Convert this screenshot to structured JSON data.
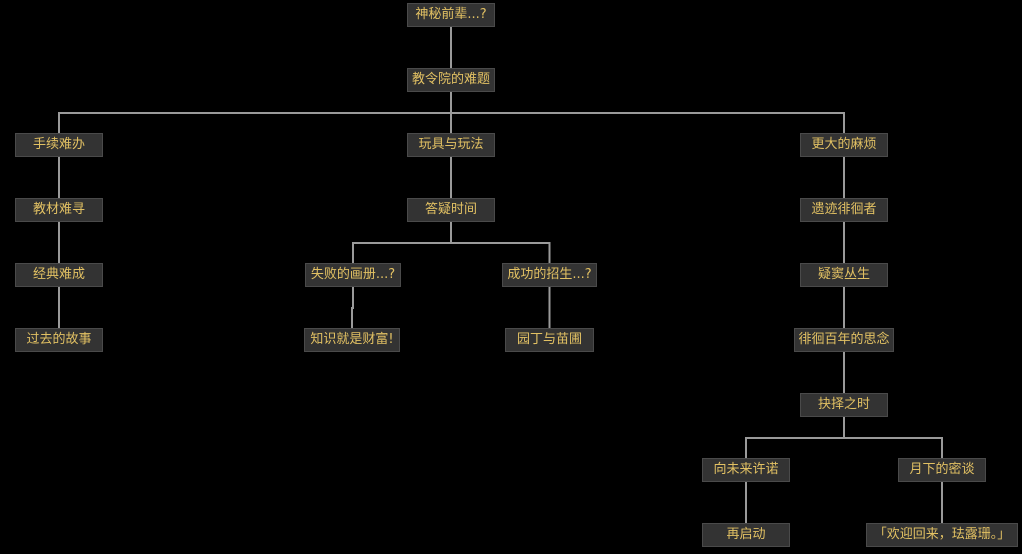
{
  "colors": {
    "background": "#000000",
    "node_fill": "#333333",
    "node_border": "#4a4a4a",
    "node_text": "#e2c163",
    "edge": "#9a9a9a"
  },
  "nodes": {
    "n01": "神秘前辈...?",
    "n02": "教令院的难题",
    "n03": "手续难办",
    "n04": "玩具与玩法",
    "n05": "更大的麻烦",
    "n06": "教材难寻",
    "n07": "答疑时间",
    "n08": "遗迹徘徊者",
    "n09": "经典难成",
    "n10": "失败的画册...?",
    "n11": "成功的招生...?",
    "n12": "疑窦丛生",
    "n13": "过去的故事",
    "n14": "知识就是财富!",
    "n15": "园丁与苗圃",
    "n16": "徘徊百年的思念",
    "n17": "抉择之时",
    "n18": "向未来许诺",
    "n19": "月下的密谈",
    "n20": "再启动",
    "n21": "「欢迎回来，珐露珊。」"
  },
  "edges": [
    [
      "n01",
      "n02"
    ],
    [
      "n02",
      "n03"
    ],
    [
      "n02",
      "n04"
    ],
    [
      "n02",
      "n05"
    ],
    [
      "n03",
      "n06"
    ],
    [
      "n06",
      "n09"
    ],
    [
      "n09",
      "n13"
    ],
    [
      "n04",
      "n07"
    ],
    [
      "n07",
      "n10"
    ],
    [
      "n07",
      "n11"
    ],
    [
      "n10",
      "n14"
    ],
    [
      "n11",
      "n15"
    ],
    [
      "n05",
      "n08"
    ],
    [
      "n08",
      "n12"
    ],
    [
      "n12",
      "n16"
    ],
    [
      "n16",
      "n17"
    ],
    [
      "n17",
      "n18"
    ],
    [
      "n17",
      "n19"
    ],
    [
      "n18",
      "n20"
    ],
    [
      "n19",
      "n21"
    ]
  ]
}
